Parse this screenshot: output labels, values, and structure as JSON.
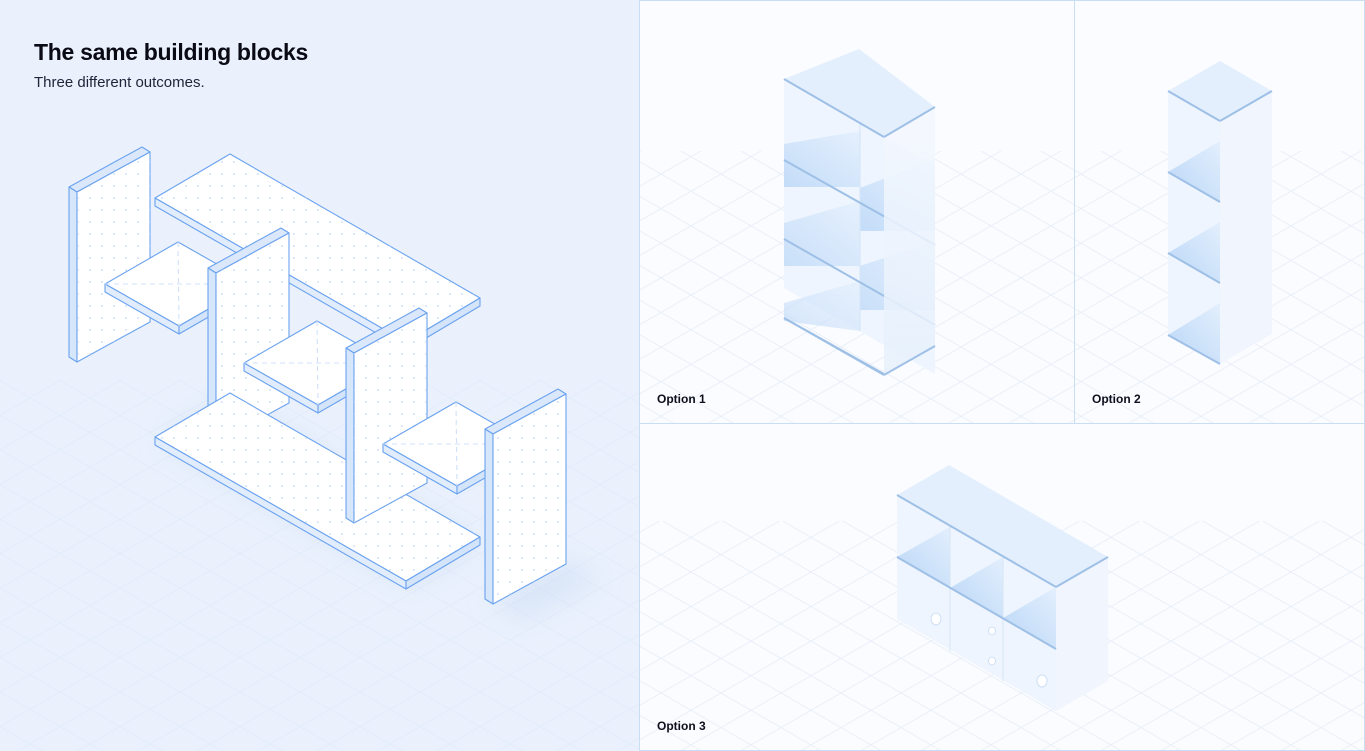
{
  "header": {
    "title": "The same building blocks",
    "subtitle": "Three different outcomes."
  },
  "colors": {
    "background": "#eaf1fd",
    "panel_background": "#fbfcff",
    "panel_border": "#c9ddf3",
    "outline_blue": "#6aa2ef",
    "cabinet_edge": "#9fc0e6",
    "text": "#0a0a14"
  },
  "exploded_view": {
    "parts": [
      "side-panel-left",
      "top-board",
      "small-shelf-1",
      "divider-1",
      "small-shelf-2",
      "divider-2",
      "bottom-board",
      "small-shelf-3",
      "side-panel-right"
    ]
  },
  "options": [
    {
      "label": "Option 1",
      "description": "2x3 tall bookshelf"
    },
    {
      "label": "Option 2",
      "description": "1x3 narrow tower"
    },
    {
      "label": "Option 3",
      "description": "3x2 low cabinet with doors and drawers"
    }
  ]
}
